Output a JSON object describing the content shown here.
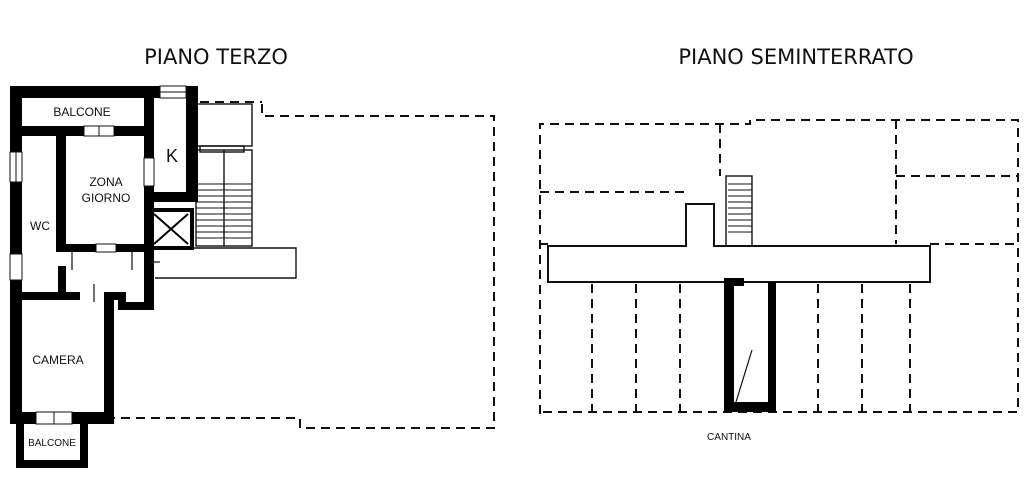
{
  "plans": {
    "third_floor": {
      "title": "PIANO TERZO",
      "rooms": {
        "balcone_top": "BALCONE",
        "kitchen": "K",
        "zona_line1": "ZONA",
        "zona_line2": "GIORNO",
        "wc": "WC",
        "camera": "CAMERA",
        "balcone_bottom": "BALCONE"
      }
    },
    "basement": {
      "title": "PIANO SEMINTERRATO",
      "rooms": {
        "cantina": "CANTINA"
      }
    }
  }
}
